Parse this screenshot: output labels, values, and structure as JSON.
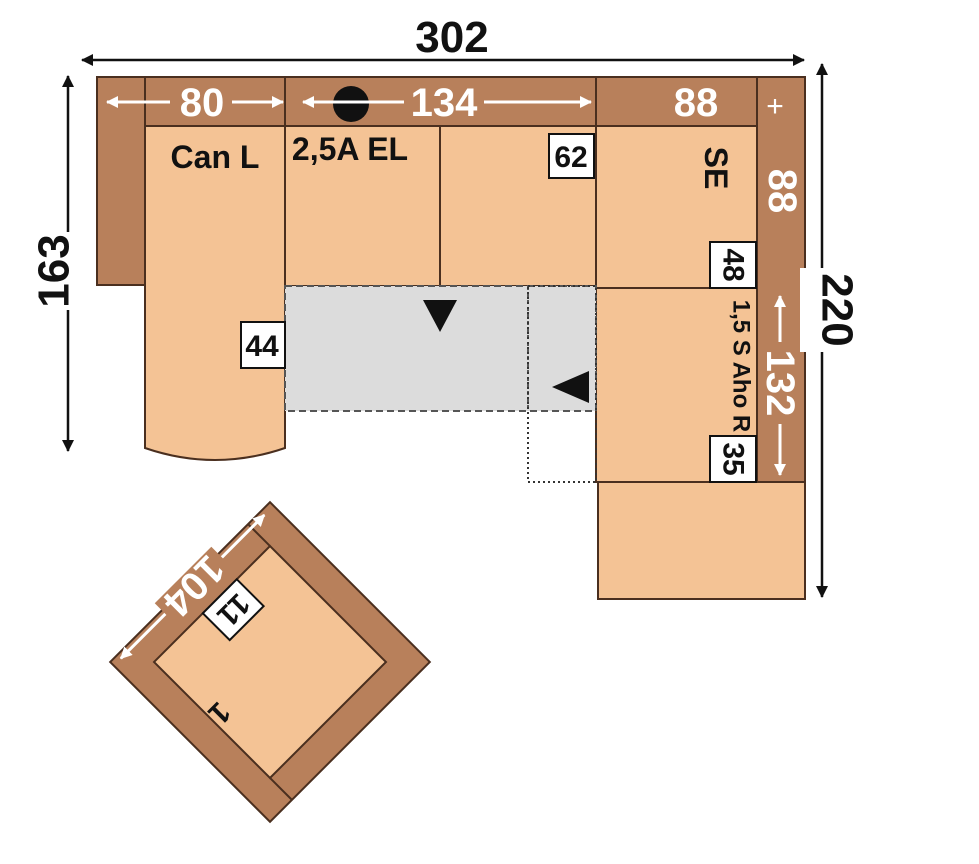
{
  "colors": {
    "frame": "#b8805b",
    "cushion": "#f4c395",
    "outline": "#4a2f1f",
    "extension": "#dcdcdc",
    "text": "#111111",
    "text_on_frame": "#ffffff"
  },
  "dimensions": {
    "total_width": "302",
    "left_depth": "163",
    "right_depth": "220",
    "segment_left": "80",
    "segment_middle": "134",
    "segment_corner": "88",
    "corner_side": "88",
    "right_section": "132",
    "ottoman": "104",
    "plus_mark": "+"
  },
  "modules": {
    "left_chaise": "Can L",
    "middle_sofa": "2,5A EL",
    "corner": "SE",
    "right_sofa": "1,5 S Aho R"
  },
  "badges": {
    "seat_height_left": "44",
    "seat_middle": "62",
    "corner_depth": "48",
    "right_section": "35",
    "ottoman": "11",
    "ottoman_mark": "1"
  },
  "icons": {
    "power_dot": "power-button-icon",
    "pullout_down": "triangle-down-icon",
    "pullout_left": "triangle-left-icon"
  }
}
